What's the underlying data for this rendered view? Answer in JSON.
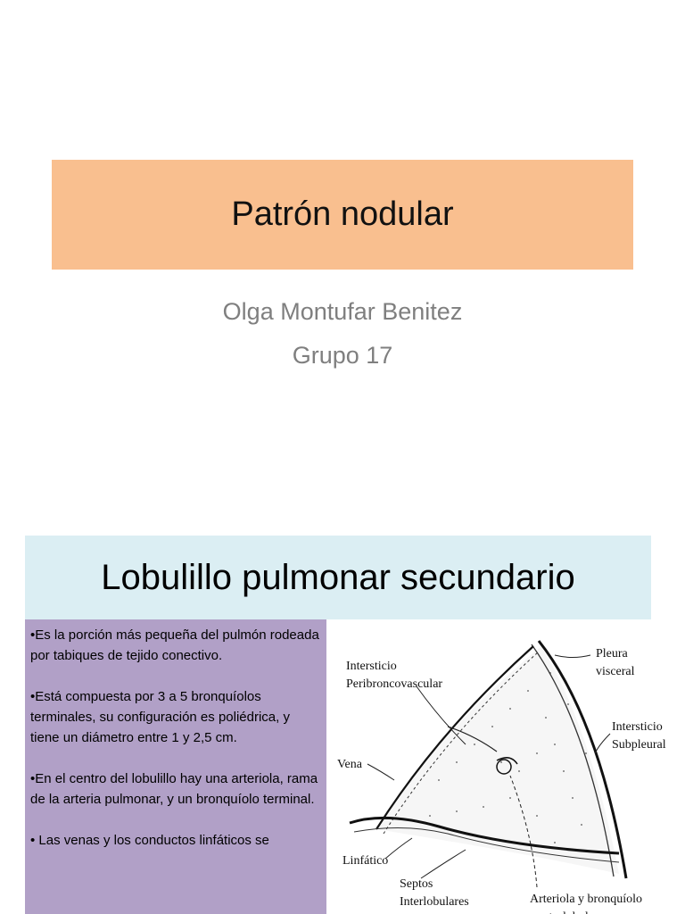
{
  "slide1": {
    "title": "Patrón nodular",
    "author": "Olga Montufar Benitez",
    "group": "Grupo 17"
  },
  "slide2": {
    "heading": "Lobulillo pulmonar secundario",
    "bullets": [
      "•Es la porción más pequeña del pulmón rodeada por tabiques de tejido conectivo.",
      "•Está compuesta por 3 a 5 bronquíolos terminales, su configuración es poliédrica, y tiene un diámetro entre 1 y 2,5 cm.",
      "•En el centro del lobulillo hay una arteriola, rama de la arteria pulmonar, y un bronquíolo terminal.",
      "• Las venas y los conductos linfáticos se"
    ],
    "diagram_labels": {
      "intersticio_peri_1": "Intersticio",
      "intersticio_peri_2": "Peribroncovascular",
      "pleura_1": "Pleura",
      "pleura_2": "visceral",
      "intersticio_sub_1": "Intersticio",
      "intersticio_sub_2": "Subpleural",
      "vena": "Vena",
      "linfatico": "Linfático",
      "septos_1": "Septos",
      "septos_2": "Interlobulares",
      "arteriola_1": "Arteriola y bronquíolo",
      "arteriola_2": "centrolobular"
    }
  },
  "colors": {
    "title_band": "#f9bf8f",
    "subtitle_text": "#7f7f7f",
    "heading_band": "#dbeef3",
    "text_box": "#b1a0c7"
  }
}
